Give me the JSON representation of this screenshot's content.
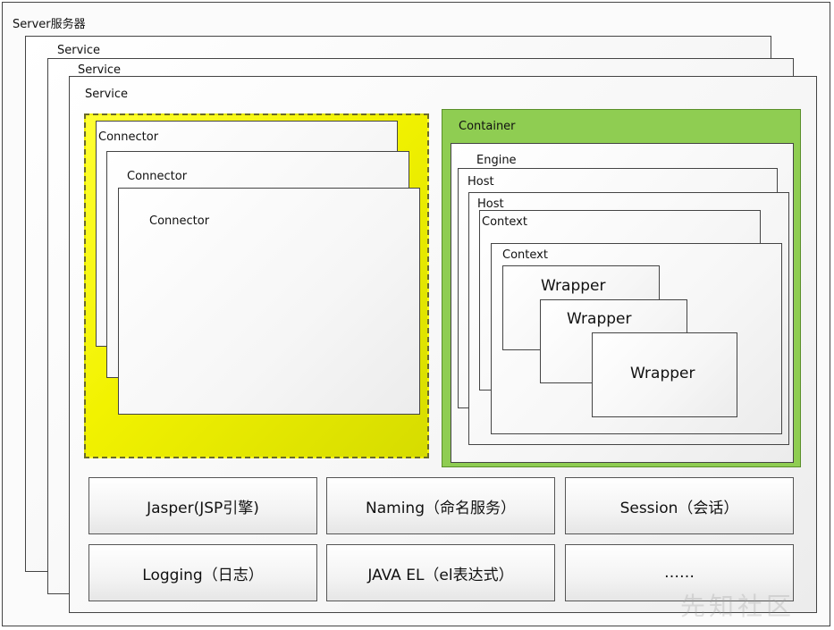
{
  "server": {
    "label": "Server服务器"
  },
  "services": [
    {
      "label": "Service"
    },
    {
      "label": "Service"
    },
    {
      "label": "Service"
    }
  ],
  "connectors": [
    {
      "label": "Connector"
    },
    {
      "label": "Connector"
    },
    {
      "label": "Connector"
    }
  ],
  "container": {
    "label": "Container",
    "engine": {
      "label": "Engine"
    },
    "hosts": [
      {
        "label": "Host"
      },
      {
        "label": "Host"
      }
    ],
    "contexts": [
      {
        "label": "Context"
      },
      {
        "label": "Context"
      }
    ],
    "wrappers": [
      {
        "label": "Wrapper"
      },
      {
        "label": "Wrapper"
      },
      {
        "label": "Wrapper"
      }
    ]
  },
  "components": [
    {
      "label": "Jasper(JSP引擎)"
    },
    {
      "label": "Naming（命名服务）"
    },
    {
      "label": "Session（会话）"
    },
    {
      "label": "Logging（日志）"
    },
    {
      "label": "JAVA EL（el表达式）"
    },
    {
      "label": "……"
    }
  ],
  "watermark": "先知社区",
  "colors": {
    "connector_zone": "#f2f200",
    "container_zone": "#8fcd52",
    "border": "#444444"
  }
}
